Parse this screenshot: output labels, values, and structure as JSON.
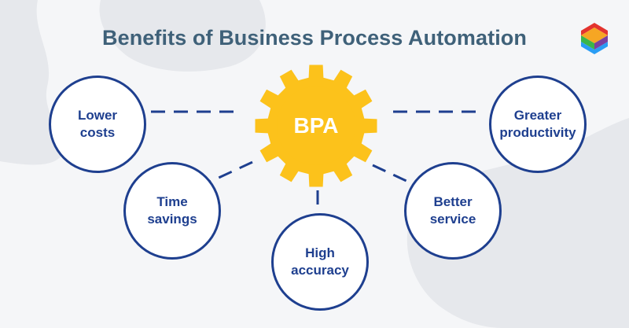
{
  "title": "Benefits of Business Process Automation",
  "center": {
    "label": "BPA"
  },
  "benefits": [
    {
      "line1": "Lower",
      "line2": "costs"
    },
    {
      "line1": "Time",
      "line2": "savings"
    },
    {
      "line1": "High",
      "line2": "accuracy"
    },
    {
      "line1": "Better",
      "line2": "service"
    },
    {
      "line1": "Greater",
      "line2": "productivity"
    }
  ],
  "colors": {
    "title": "#3f6179",
    "accent": "#1e3f8f",
    "gear": "#fcc21b",
    "background": "#f5f6f8",
    "blob": "#e6e8ec"
  },
  "icons": [
    "gear-icon",
    "brand-logo-icon"
  ]
}
